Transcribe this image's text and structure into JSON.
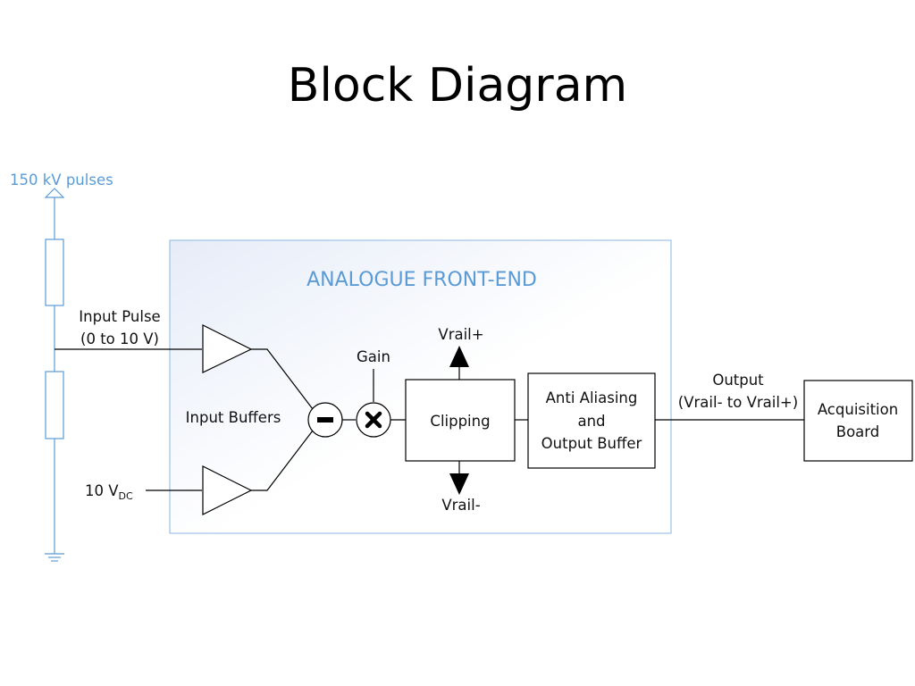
{
  "slide": {
    "title": "Block Diagram"
  },
  "diagram": {
    "source_label": "150 kV pulses",
    "frontend_title": "ANALOGUE FRONT-END",
    "input_pulse_line1": "Input Pulse",
    "input_pulse_line2": "(0 to 10 V)",
    "vdc_main": "10 V",
    "vdc_sub": "DC",
    "input_buffers": "Input Buffers",
    "gain": "Gain",
    "vrail_plus": "Vrail+",
    "vrail_minus": "Vrail-",
    "clipping": "Clipping",
    "aa_line1": "Anti Aliasing",
    "aa_line2": "and",
    "aa_line3": "Output Buffer",
    "output_line1": "Output",
    "output_line2": "(Vrail- to Vrail+)",
    "acq_line1": "Acquisition",
    "acq_line2": "Board"
  },
  "colors": {
    "accent": "#5b9bd5",
    "frontend_border": "#9dc3e6",
    "resistor_fill": "#ffffff",
    "line": "#000000"
  }
}
